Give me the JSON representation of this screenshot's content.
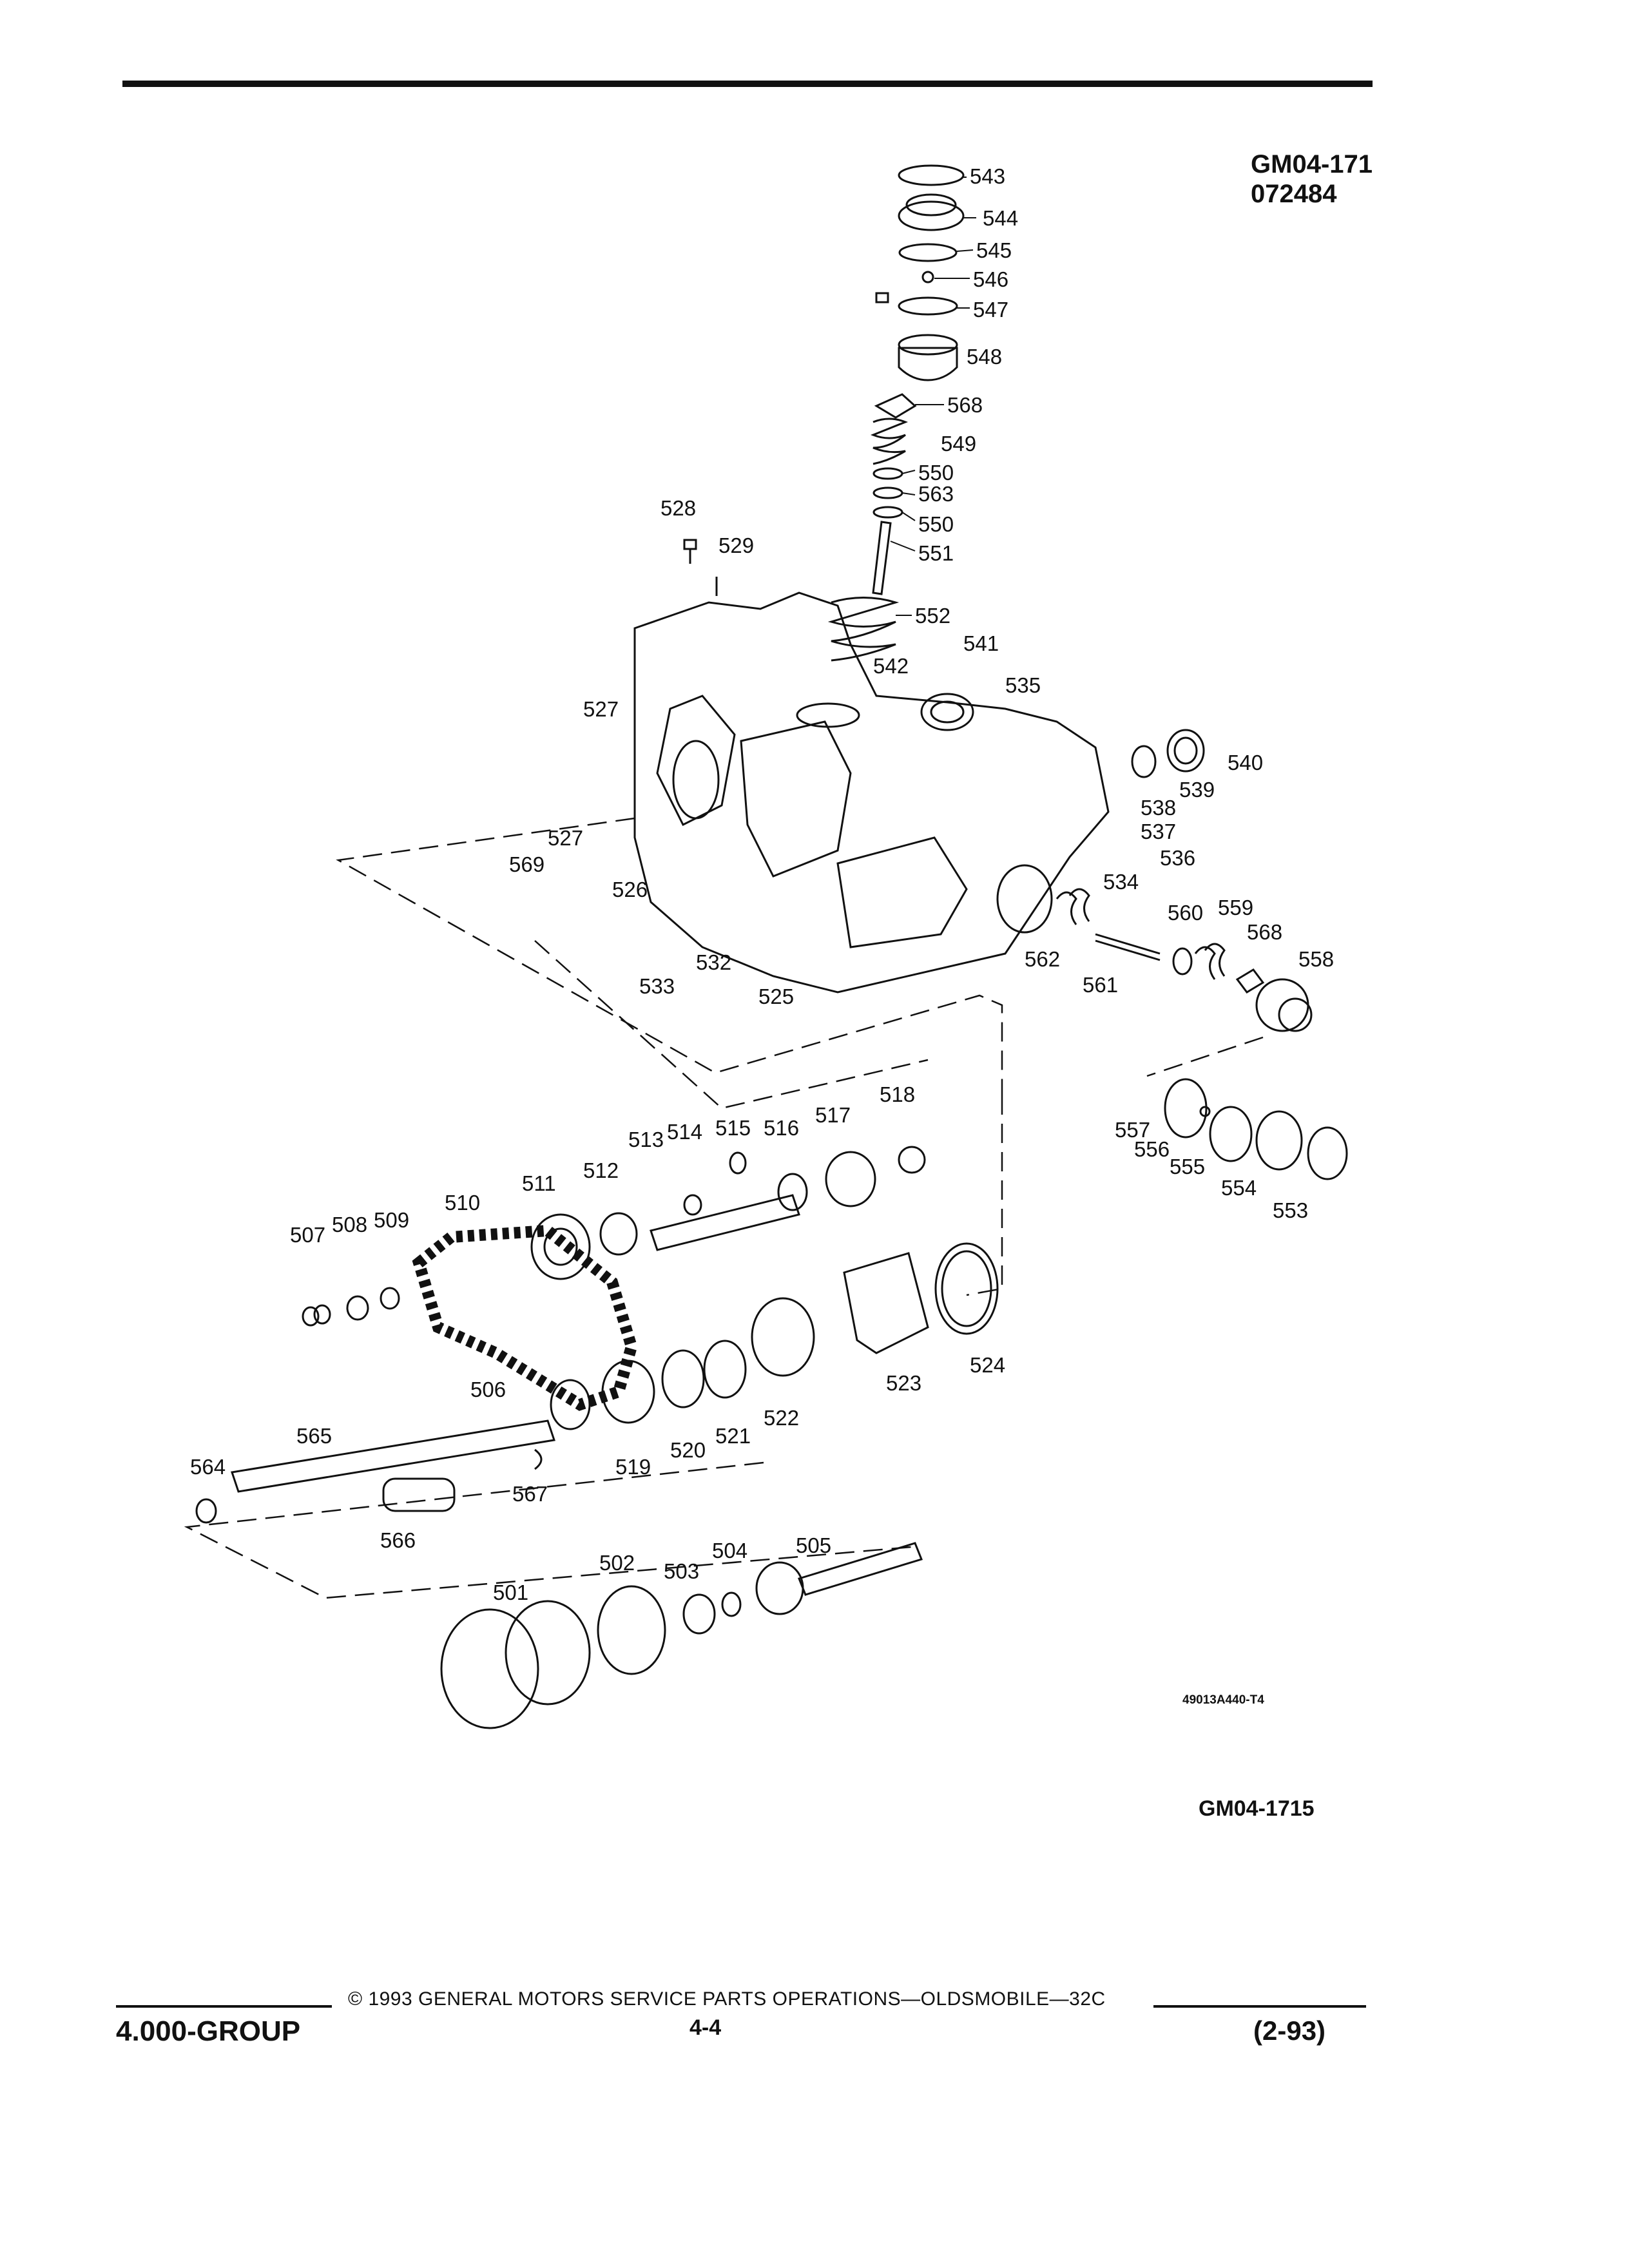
{
  "header": {
    "code_line1": "GM04-171",
    "code_line2": "072484"
  },
  "diagram": {
    "part_labels": [
      "543",
      "544",
      "545",
      "546",
      "547",
      "548",
      "568",
      "549",
      "550",
      "563",
      "550",
      "551",
      "552",
      "528",
      "529",
      "541",
      "542",
      "535",
      "540",
      "539",
      "538",
      "537",
      "536",
      "534",
      "527",
      "527",
      "569",
      "526",
      "532",
      "533",
      "525",
      "562",
      "560",
      "559",
      "568",
      "558",
      "561",
      "557",
      "556",
      "555",
      "554",
      "553",
      "518",
      "517",
      "516",
      "515",
      "514",
      "513",
      "512",
      "511",
      "510",
      "509",
      "508",
      "507",
      "506",
      "519",
      "520",
      "521",
      "522",
      "523",
      "524",
      "565",
      "564",
      "567",
      "566",
      "501",
      "502",
      "503",
      "504",
      "505"
    ]
  },
  "figure_code": "49013A440-T4",
  "figure_id": "GM04-1715",
  "footer": {
    "group": "4.000-GROUP",
    "copyright": "© 1993 GENERAL MOTORS SERVICE PARTS OPERATIONS—OLDSMOBILE—32C",
    "page": "4-4",
    "date": "(2-93)"
  }
}
